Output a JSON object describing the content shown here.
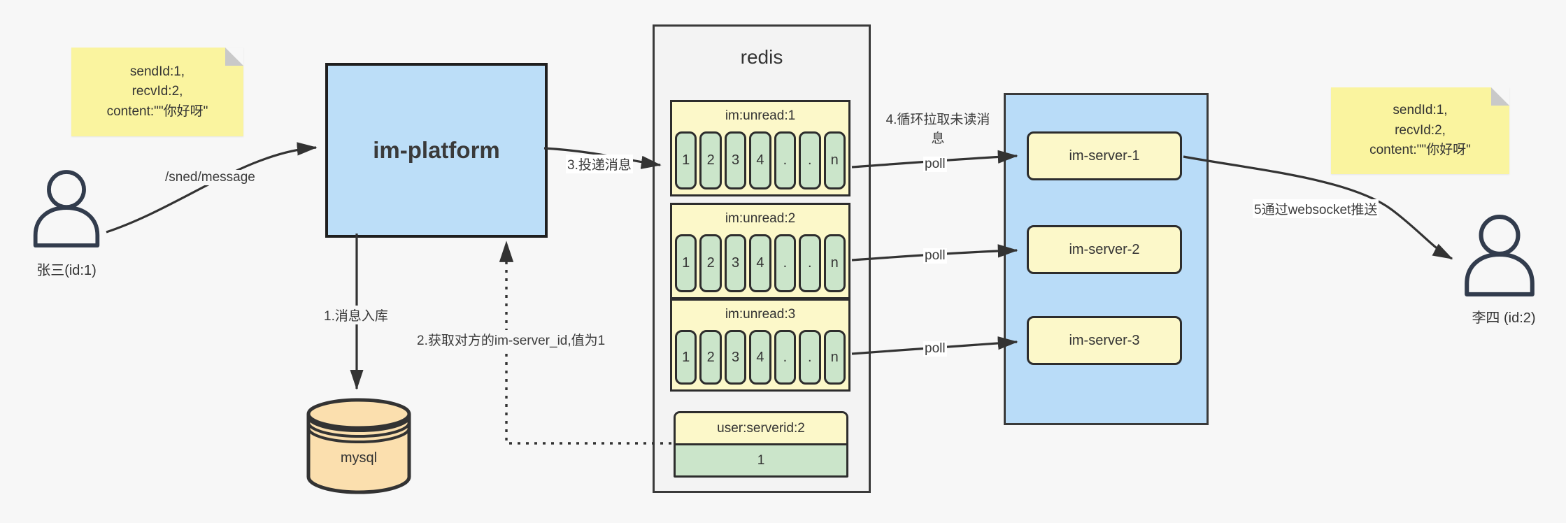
{
  "palette": {
    "background": "#f7f7f7",
    "platform_blue": "#bcdef8",
    "server_container_blue": "#b9dcf8",
    "note_yellow": "#faf49f",
    "queue_yellow": "#fcf8c9",
    "cell_green": "#cbe5ca",
    "db_orange": "#fbdfae",
    "redis_gray": "#f3f3f3",
    "line_dark": "#333333"
  },
  "notes": {
    "left": {
      "lines": [
        "sendId:1,",
        "recvId:2,",
        "content:\"\"你好呀\""
      ]
    },
    "right": {
      "lines": [
        "sendId:1,",
        "recvId:2,",
        "content:\"\"你好呀\""
      ]
    }
  },
  "actors": {
    "sender": {
      "label": "张三(id:1)"
    },
    "receiver": {
      "label": "李四 (id:2)"
    }
  },
  "platform": {
    "label": "im-platform"
  },
  "database": {
    "label": "mysql"
  },
  "redis": {
    "title": "redis",
    "queues": [
      {
        "title": "im:unread:1",
        "cells": [
          "1",
          "2",
          "3",
          "4",
          ".",
          ".",
          "n"
        ]
      },
      {
        "title": "im:unread:2",
        "cells": [
          "1",
          "2",
          "3",
          "4",
          ".",
          ".",
          "n"
        ]
      },
      {
        "title": "im:unread:3",
        "cells": [
          "1",
          "2",
          "3",
          "4",
          ".",
          ".",
          "n"
        ]
      }
    ],
    "kv": {
      "key": "user:serverid:2",
      "value": "1"
    }
  },
  "servers": [
    {
      "label": "im-server-1"
    },
    {
      "label": "im-server-2"
    },
    {
      "label": "im-server-3"
    }
  ],
  "edges": {
    "send_message": "/sned/message",
    "step1": "1.消息入库",
    "step2": "2.获取对方的im-server_id,值为1",
    "step3": "3.投递消息",
    "step4": "4.循环拉取未读消息",
    "step5": "5通过websocket推送",
    "poll": "poll"
  }
}
